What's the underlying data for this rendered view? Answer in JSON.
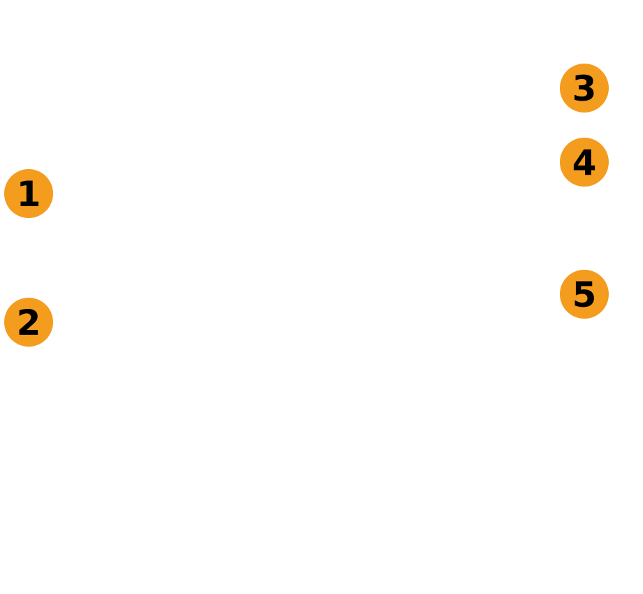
{
  "colors": {
    "badge_fill": "#f39c1e",
    "badge_text": "#000000",
    "background": "#ffffff"
  },
  "callouts": [
    {
      "label": "1"
    },
    {
      "label": "2"
    },
    {
      "label": "3"
    },
    {
      "label": "4"
    },
    {
      "label": "5"
    }
  ]
}
